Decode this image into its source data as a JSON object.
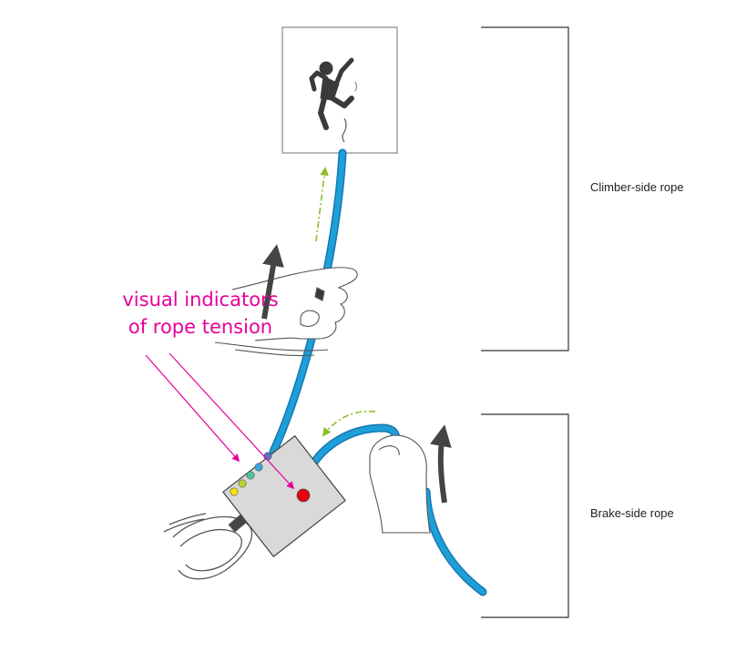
{
  "annotation": {
    "line1": "visual indicators",
    "line2": "of rope tension",
    "color": "#e6009a"
  },
  "labels": {
    "climber_side": "Climber-side rope",
    "brake_side": "Brake-side rope"
  },
  "colors": {
    "rope": "#1e9fd8",
    "rope_dark": "#1577b3",
    "motion_arrow": "#8cbf2a",
    "action_arrow": "#444444",
    "device": "#d9d9d9"
  },
  "indicators": [
    "#f2e400",
    "#b9d430",
    "#4fc3a1",
    "#3aa6d8",
    "#5a72c8",
    "#e8000d"
  ],
  "icons": {
    "climber": "climber-figure-icon",
    "carabiner": "carabiner-icon",
    "hand_up": "hand-icon",
    "hand_brake": "hand-icon"
  }
}
